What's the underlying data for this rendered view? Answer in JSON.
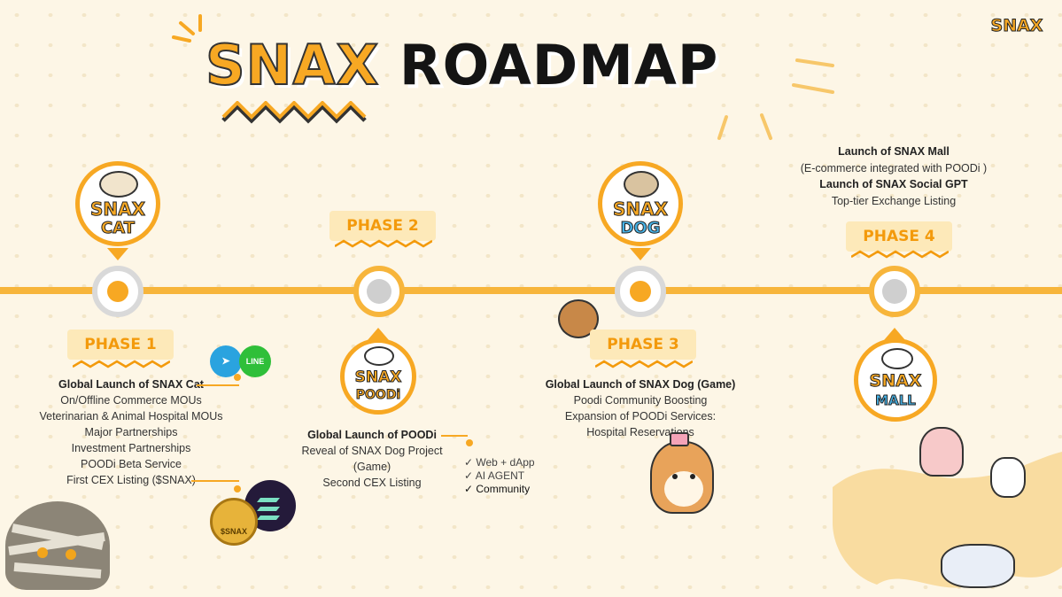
{
  "title": {
    "part1": "SNAX",
    "part2": "ROADMAP"
  },
  "brand_logo": "SNAX",
  "phases": [
    {
      "label": "PHASE 1",
      "mascot_line1": "SNAX",
      "mascot_line2": "CAT",
      "items": [
        "Global Launch of SNAX Cat",
        "On/Offline Commerce MOUs",
        "Veterinarian & Animal Hospital MOUs",
        "Major Partnerships",
        "Investment Partnerships",
        "POODi Beta Service",
        "First CEX Listing ($SNAX)"
      ],
      "icons": {
        "telegram": "telegram-icon",
        "line": "LINE"
      },
      "coin_label": "$SNAX"
    },
    {
      "label": "PHASE 2",
      "mascot_line1": "SNAX",
      "mascot_line2": "POODi",
      "items": [
        "Global Launch of POODi",
        "Reveal of SNAX Dog Project",
        "(Game)",
        "Second CEX Listing"
      ],
      "checks": [
        "Web + dApp",
        "AI AGENT",
        "Community"
      ]
    },
    {
      "label": "PHASE 3",
      "mascot_line1": "SNAX",
      "mascot_line2": "DOG",
      "items": [
        "Global Launch of SNAX Dog (Game)",
        "Poodi Community Boosting",
        "Expansion of POODi Services:",
        "Hospital Reservations"
      ]
    },
    {
      "label": "PHASE 4",
      "mascot_line1": "SNAX",
      "mascot_line2": "MALL",
      "items": [
        "Launch of SNAX Mall",
        "(E-commerce integrated with POODi )",
        "Launch of SNAX Social GPT",
        "Top-tier Exchange Listing"
      ]
    }
  ],
  "colors": {
    "accent": "#f7a823",
    "timeline": "#f7b53b",
    "background": "#fdf6e6"
  }
}
